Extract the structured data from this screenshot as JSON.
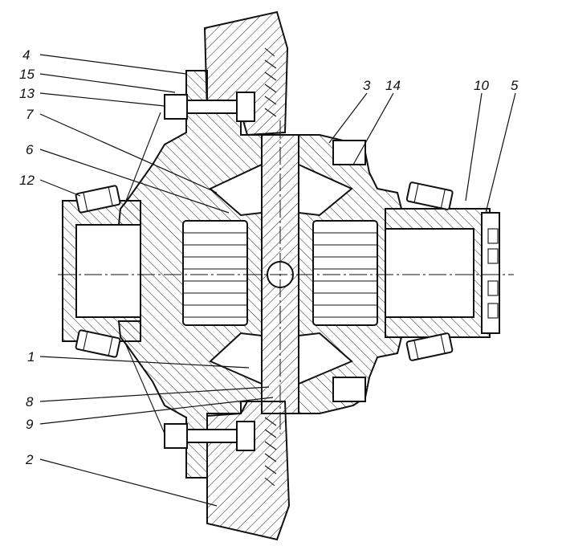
{
  "callouts": [
    {
      "id": "4",
      "label": "4"
    },
    {
      "id": "15",
      "label": "15"
    },
    {
      "id": "13",
      "label": "13"
    },
    {
      "id": "7",
      "label": "7"
    },
    {
      "id": "6",
      "label": "6"
    },
    {
      "id": "12",
      "label": "12"
    },
    {
      "id": "1",
      "label": "1"
    },
    {
      "id": "8",
      "label": "8"
    },
    {
      "id": "9",
      "label": "9"
    },
    {
      "id": "2",
      "label": "2"
    },
    {
      "id": "3",
      "label": "3"
    },
    {
      "id": "14",
      "label": "14"
    },
    {
      "id": "10",
      "label": "10"
    },
    {
      "id": "5",
      "label": "5"
    }
  ]
}
